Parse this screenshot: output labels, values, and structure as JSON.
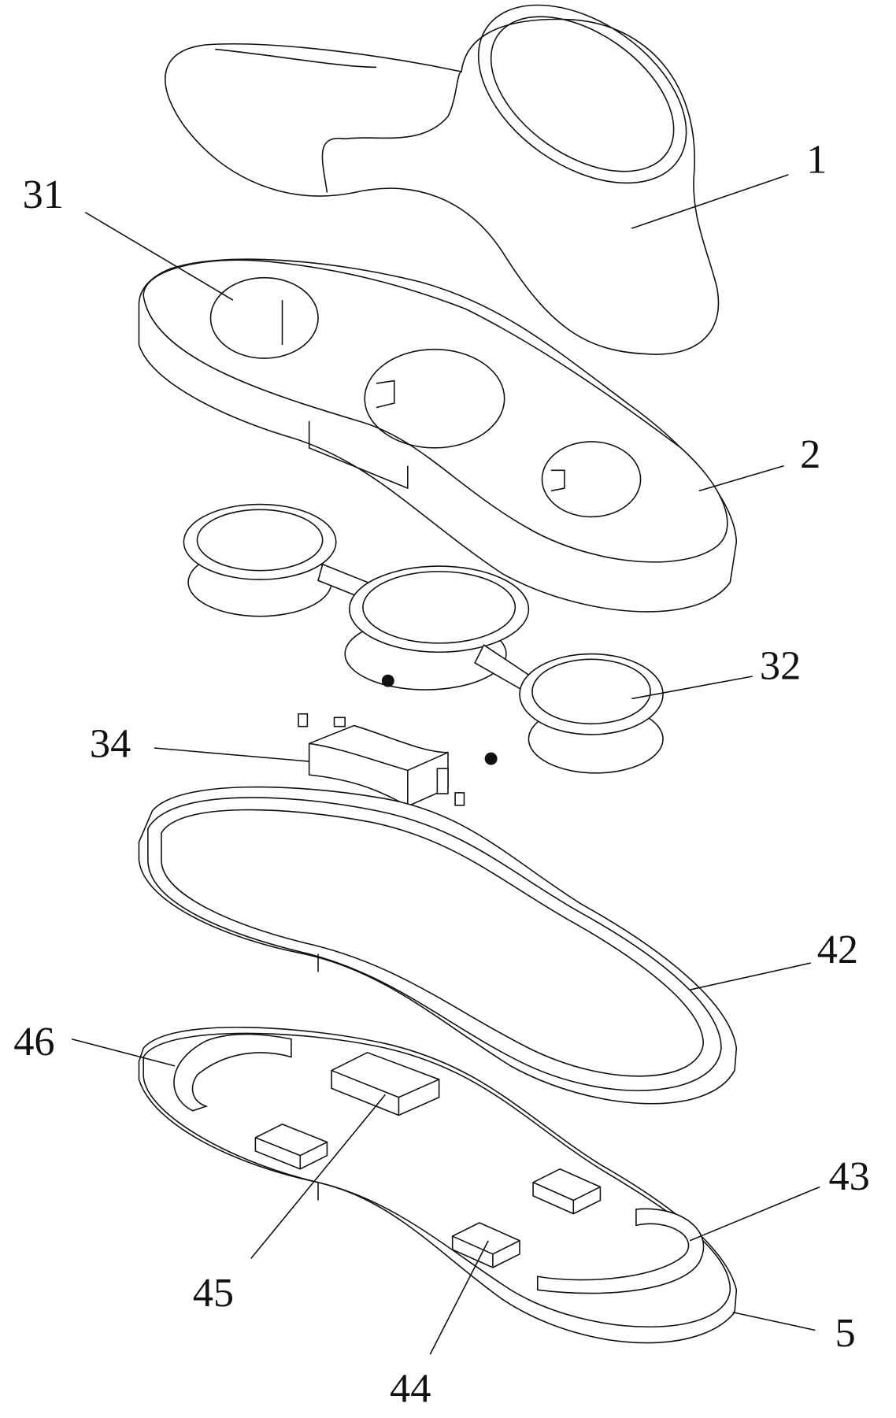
{
  "figure": {
    "labels": {
      "l1": "1",
      "l2": "2",
      "l31": "31",
      "l32": "32",
      "l34": "34",
      "l42": "42",
      "l43": "43",
      "l44": "44",
      "l45": "45",
      "l46": "46",
      "l5": "5"
    }
  }
}
